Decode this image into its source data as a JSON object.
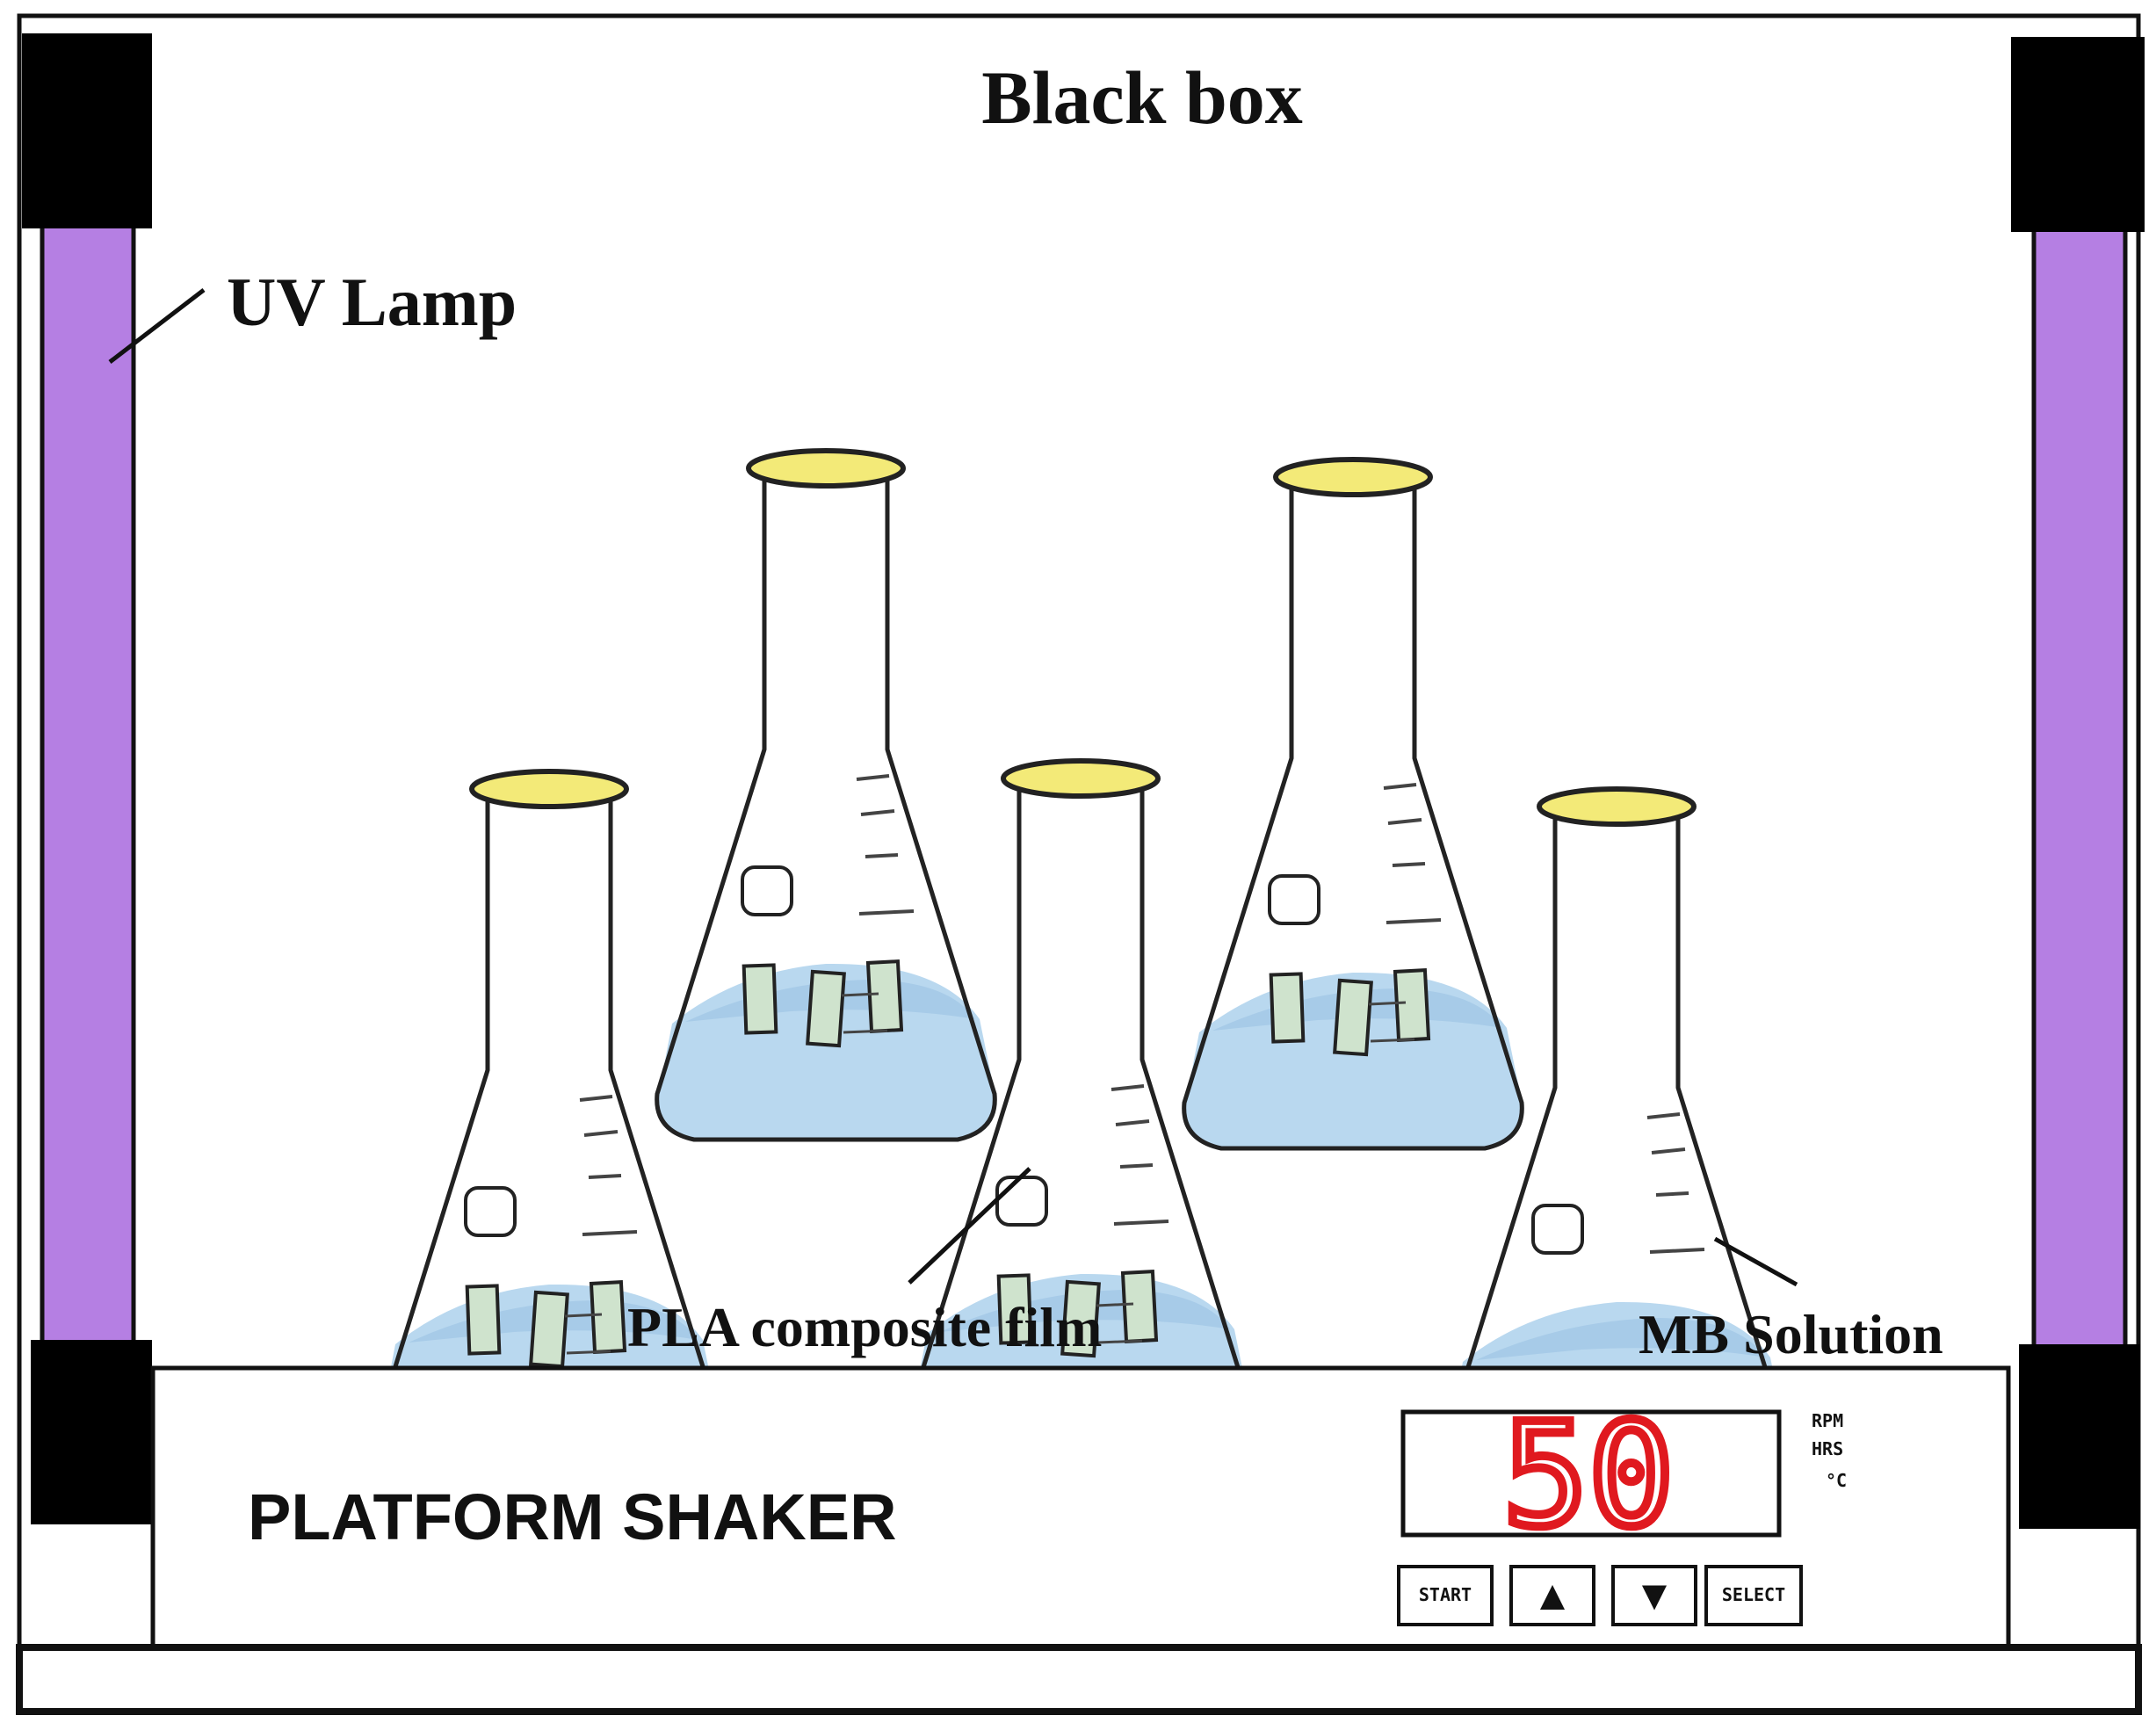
{
  "title": "Black box",
  "labels": {
    "uv_lamp": "UV Lamp",
    "pla_film": "PLA composite film",
    "mb_solution": "MB Solution"
  },
  "shaker": {
    "name": "PLATFORM SHAKER",
    "display_value": "50",
    "units": [
      "RPM",
      "HRS",
      "°C"
    ],
    "buttons": {
      "start": "START",
      "up": "▲",
      "down": "▼",
      "select": "SELECT"
    }
  },
  "colors": {
    "lamp_tube": "#b57fe3",
    "lamp_cap": "#000000",
    "flask_mouth": "#f3ea78",
    "solution": "#b9d8ef",
    "solution_surface": "#a7cbe8",
    "film": "#cfe3cd",
    "display_digits": "#e0191f"
  },
  "icons": {
    "up": "arrow-up-icon",
    "down": "arrow-down-icon",
    "stir_bar": "stir-bar-icon"
  }
}
